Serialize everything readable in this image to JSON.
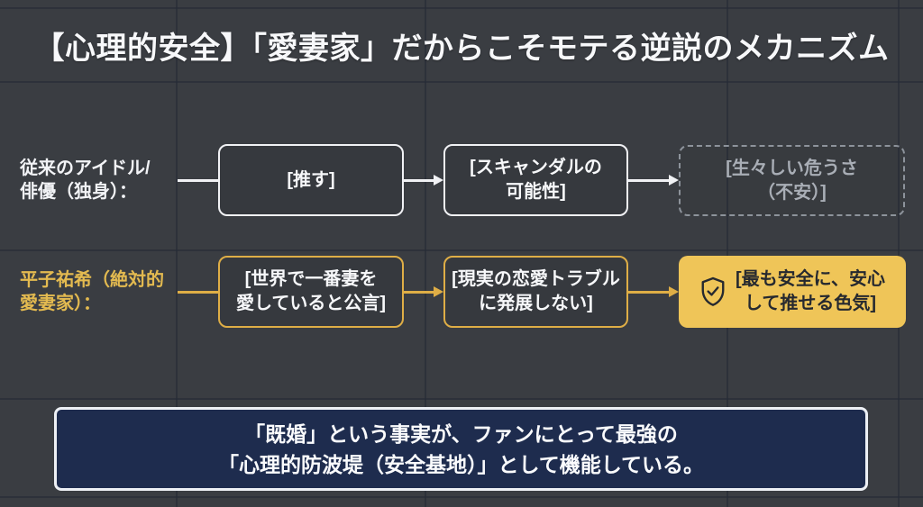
{
  "title": "【心理的安全】「愛妻家」だからこそモテる逆説のメカニズム",
  "rows": [
    {
      "label_lines": [
        "従来のアイドル/",
        "俳優（独身）："
      ],
      "boxes": [
        {
          "lines": [
            "[推す]"
          ]
        },
        {
          "lines": [
            "[スキャンダルの",
            "可能性]"
          ]
        },
        {
          "lines": [
            "[生々しい危うさ",
            "（不安）]"
          ],
          "style": "dashed"
        }
      ]
    },
    {
      "label_lines": [
        "平子祐希（絶対的",
        "愛妻家）："
      ],
      "boxes": [
        {
          "lines": [
            "[世界で一番妻を",
            "愛していると公言]"
          ]
        },
        {
          "lines": [
            "[現実の恋愛トラブル",
            "に発展しない]"
          ]
        },
        {
          "lines": [
            "[最も安全に、安心",
            "して推せる色気]"
          ],
          "style": "filled-yellow",
          "icon": "shield-check-icon"
        }
      ]
    }
  ],
  "conclusion": {
    "lines": [
      "「既婚」という事実が、ファンにとって最強の",
      "「心理的防波堤（安全基地）」として機能している。"
    ]
  },
  "colors": {
    "background": "#3a3d42",
    "grid_line": "#272b35",
    "white_stroke": "#f1f2f5",
    "muted_gray": "#a9aeb6",
    "accent_yellow": "#dfae46",
    "accent_yellow_fill": "#efc558",
    "text_on_yellow": "#26292f",
    "conclusion_fill": "#1e2c4e",
    "gold_label": "#e3ba50"
  },
  "icons": {
    "shield_check": "shield-check-icon"
  }
}
